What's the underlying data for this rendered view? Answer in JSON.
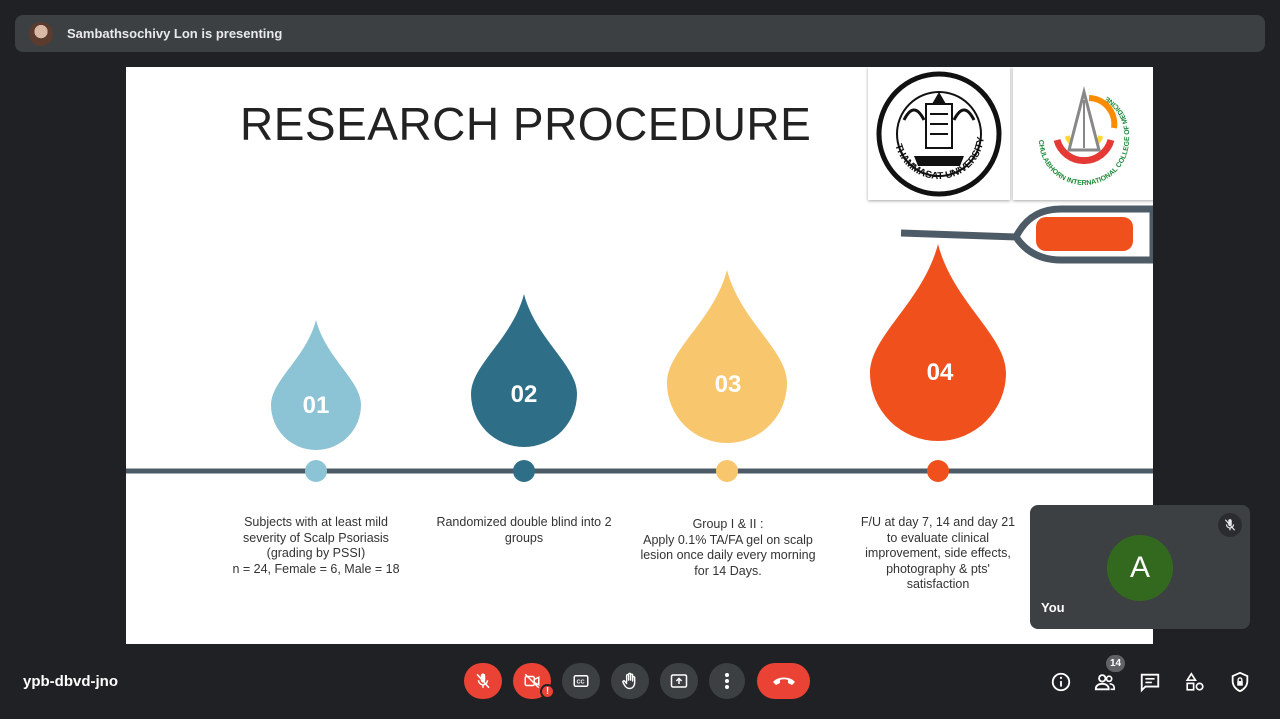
{
  "presenter": {
    "text": "Sambathsochivy Lon is presenting"
  },
  "slide": {
    "title": "RESEARCH PROCEDURE",
    "logos": [
      {
        "name": "thammasat-university-seal",
        "text": "THAMMASAT UNIVERSITY"
      },
      {
        "name": "chulabhorn-college-logo",
        "text": "CHULABHORN INTERNATIONAL COLLEGE OF MEDICINE"
      }
    ],
    "steps": [
      {
        "number": "01",
        "color": "#8cc3d5",
        "text": "Subjects with at least mild severity of Scalp Psoriasis (grading by PSSI)\nn = 24, Female = 6, Male = 18"
      },
      {
        "number": "02",
        "color": "#2e6e87",
        "text": "Randomized double blind into 2 groups"
      },
      {
        "number": "03",
        "color": "#f7c66d",
        "text": "Group I & II :\nApply 0.1% TA/FA gel on scalp lesion once daily every morning for 14 Days."
      },
      {
        "number": "04",
        "color": "#f0501c",
        "text": "F/U at day 7, 14 and day 21 to evaluate clinical improvement, side effects, photography & pts' satisfaction"
      }
    ]
  },
  "self_view": {
    "avatar_letter": "A",
    "name": "You",
    "mic_icon": "mic-off-icon"
  },
  "meeting": {
    "code": "ypb-dbvd-jno"
  },
  "controls": [
    {
      "name": "mic-off-button",
      "icon": "mic-off-icon",
      "color": "#ea4335"
    },
    {
      "name": "camera-off-button",
      "icon": "camera-off-icon",
      "color": "#ea4335"
    },
    {
      "name": "captions-button",
      "icon": "cc-icon",
      "color": "#3c4043"
    },
    {
      "name": "raise-hand-button",
      "icon": "hand-icon",
      "color": "#3c4043"
    },
    {
      "name": "present-button",
      "icon": "present-icon",
      "color": "#3c4043"
    },
    {
      "name": "more-options-button",
      "icon": "more-vert-icon",
      "color": "#3c4043"
    },
    {
      "name": "leave-call-button",
      "icon": "phone-end-icon",
      "color": "#ea4335"
    }
  ],
  "camera_warning": "!",
  "right_controls": {
    "info": "info-icon",
    "people": "people-icon",
    "people_count": "14",
    "chat": "chat-icon",
    "activities": "activities-icon",
    "host_controls": "shield-lock-icon"
  }
}
